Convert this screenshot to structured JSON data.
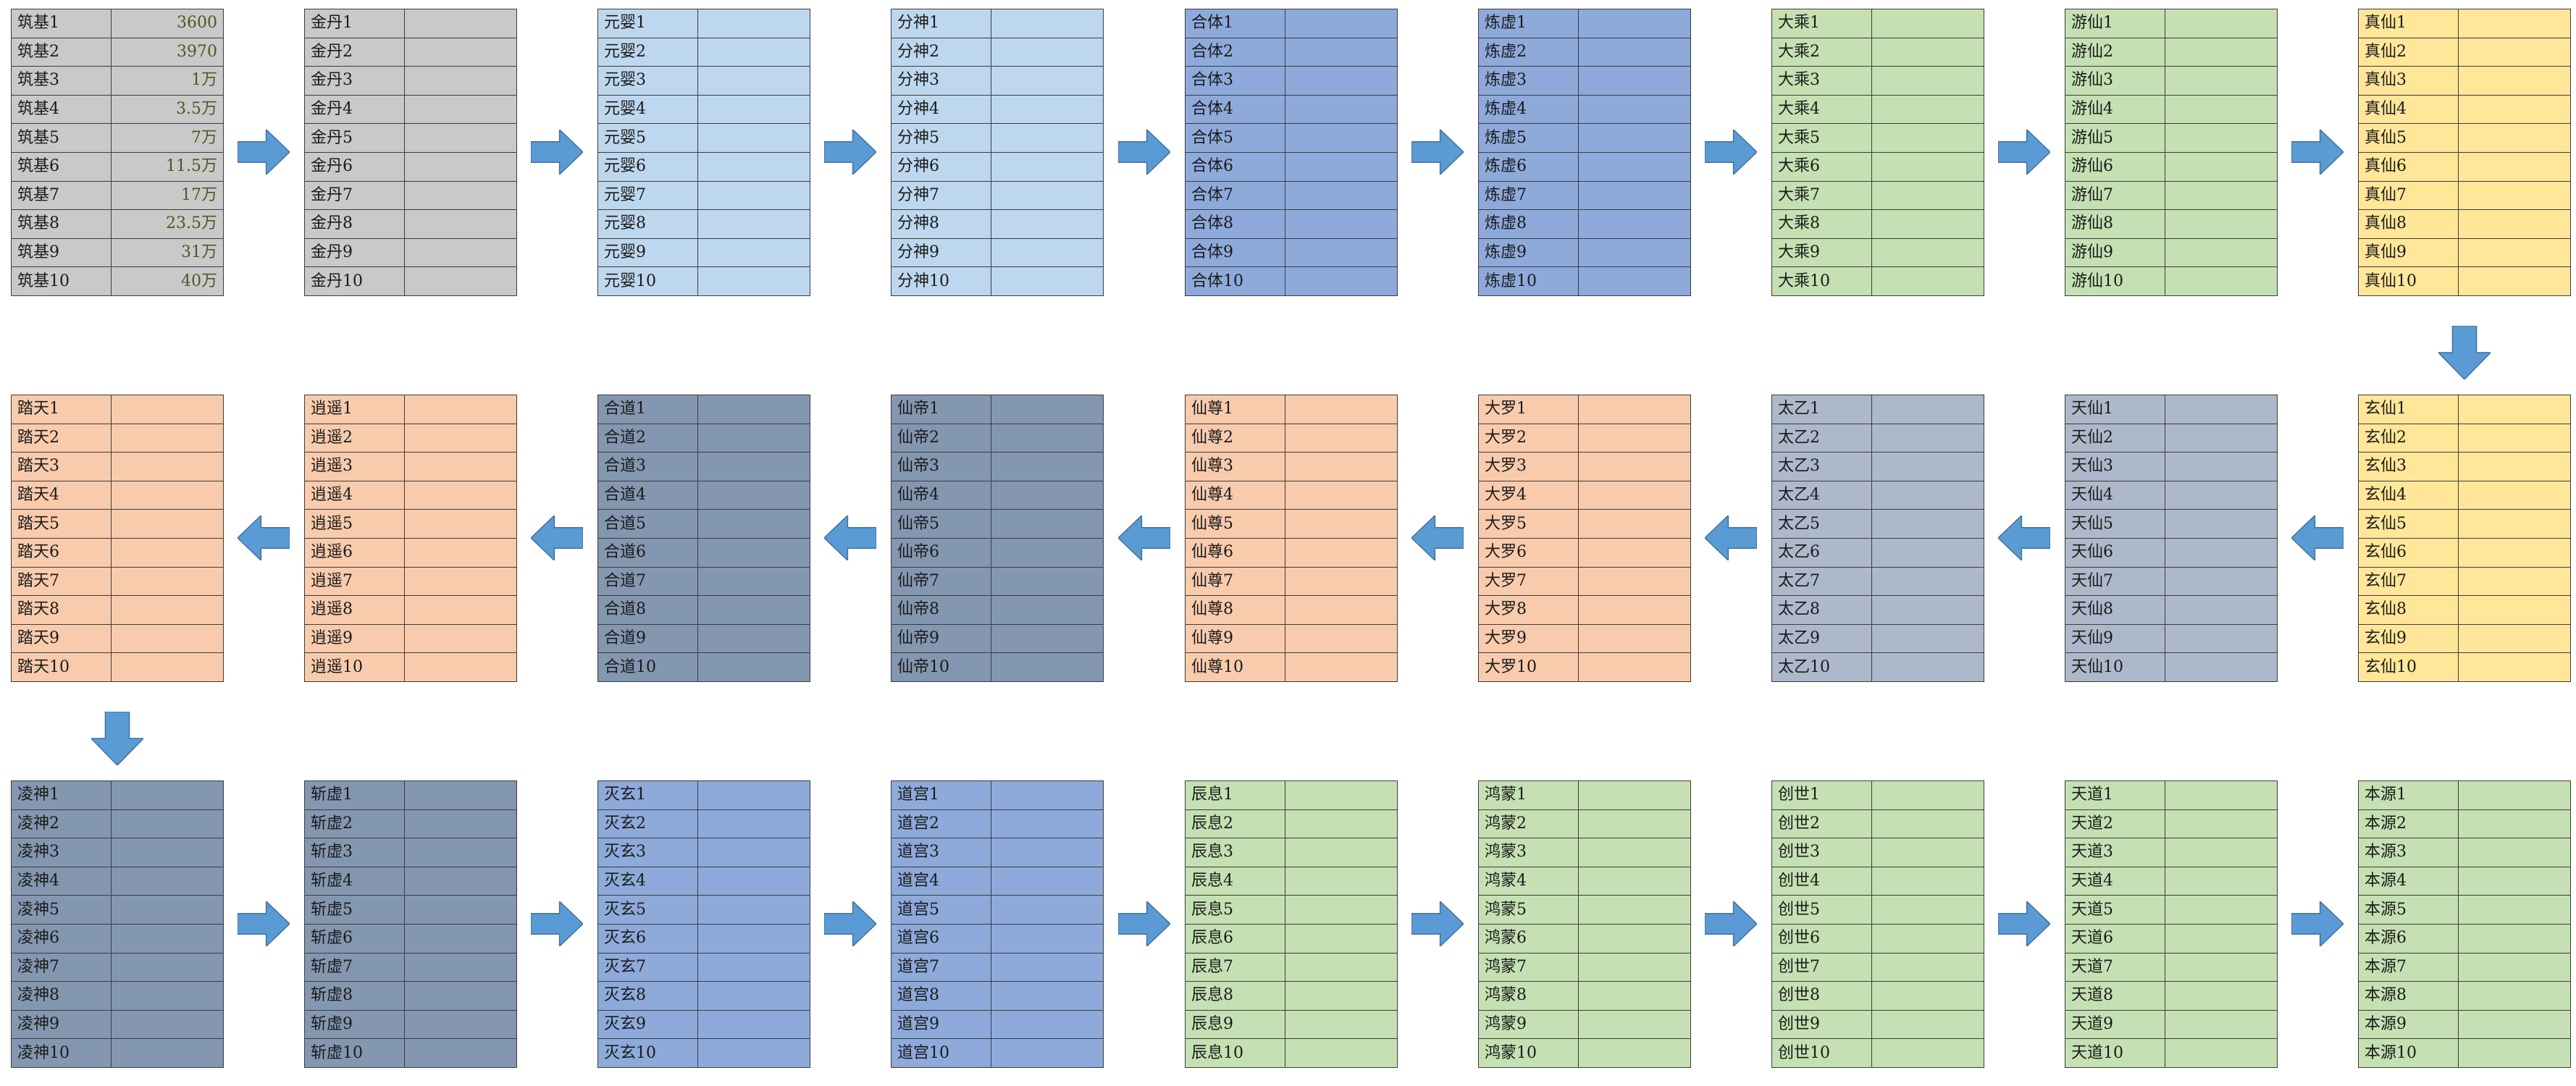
{
  "colors": {
    "grey": "#c9c9c9",
    "light_blue": "#bdd7ee",
    "mid_blue": "#8eaadb",
    "green": "#c5e0b3",
    "yellow": "#ffe699",
    "orange": "#f8cbad",
    "slate": "#adb9ca",
    "dark_slate": "#8497b0",
    "arrow": "#5b9bd5"
  },
  "tables": [
    {
      "color": "grey",
      "rows": [
        [
          "筑基1",
          "3600"
        ],
        [
          "筑基2",
          "3970"
        ],
        [
          "筑基3",
          "1万"
        ],
        [
          "筑基4",
          "3.5万"
        ],
        [
          "筑基5",
          "7万"
        ],
        [
          "筑基6",
          "11.5万"
        ],
        [
          "筑基7",
          "17万"
        ],
        [
          "筑基8",
          "23.5万"
        ],
        [
          "筑基9",
          "31万"
        ],
        [
          "筑基10",
          "40万"
        ]
      ]
    },
    {
      "color": "grey",
      "rows": [
        [
          "金丹1",
          ""
        ],
        [
          "金丹2",
          ""
        ],
        [
          "金丹3",
          ""
        ],
        [
          "金丹4",
          ""
        ],
        [
          "金丹5",
          ""
        ],
        [
          "金丹6",
          ""
        ],
        [
          "金丹7",
          ""
        ],
        [
          "金丹8",
          ""
        ],
        [
          "金丹9",
          ""
        ],
        [
          "金丹10",
          ""
        ]
      ]
    },
    {
      "color": "light_blue",
      "rows": [
        [
          "元婴1",
          ""
        ],
        [
          "元婴2",
          ""
        ],
        [
          "元婴3",
          ""
        ],
        [
          "元婴4",
          ""
        ],
        [
          "元婴5",
          ""
        ],
        [
          "元婴6",
          ""
        ],
        [
          "元婴7",
          ""
        ],
        [
          "元婴8",
          ""
        ],
        [
          "元婴9",
          ""
        ],
        [
          "元婴10",
          ""
        ]
      ]
    },
    {
      "color": "light_blue",
      "rows": [
        [
          "分神1",
          ""
        ],
        [
          "分神2",
          ""
        ],
        [
          "分神3",
          ""
        ],
        [
          "分神4",
          ""
        ],
        [
          "分神5",
          ""
        ],
        [
          "分神6",
          ""
        ],
        [
          "分神7",
          ""
        ],
        [
          "分神8",
          ""
        ],
        [
          "分神9",
          ""
        ],
        [
          "分神10",
          ""
        ]
      ]
    },
    {
      "color": "mid_blue",
      "rows": [
        [
          "合体1",
          ""
        ],
        [
          "合体2",
          ""
        ],
        [
          "合体3",
          ""
        ],
        [
          "合体4",
          ""
        ],
        [
          "合体5",
          ""
        ],
        [
          "合体6",
          ""
        ],
        [
          "合体7",
          ""
        ],
        [
          "合体8",
          ""
        ],
        [
          "合体9",
          ""
        ],
        [
          "合体10",
          ""
        ]
      ]
    },
    {
      "color": "mid_blue",
      "rows": [
        [
          "炼虚1",
          ""
        ],
        [
          "炼虚2",
          ""
        ],
        [
          "炼虚3",
          ""
        ],
        [
          "炼虚4",
          ""
        ],
        [
          "炼虚5",
          ""
        ],
        [
          "炼虚6",
          ""
        ],
        [
          "炼虚7",
          ""
        ],
        [
          "炼虚8",
          ""
        ],
        [
          "炼虚9",
          ""
        ],
        [
          "炼虚10",
          ""
        ]
      ]
    },
    {
      "color": "green",
      "rows": [
        [
          "大乘1",
          ""
        ],
        [
          "大乘2",
          ""
        ],
        [
          "大乘3",
          ""
        ],
        [
          "大乘4",
          ""
        ],
        [
          "大乘5",
          ""
        ],
        [
          "大乘6",
          ""
        ],
        [
          "大乘7",
          ""
        ],
        [
          "大乘8",
          ""
        ],
        [
          "大乘9",
          ""
        ],
        [
          "大乘10",
          ""
        ]
      ]
    },
    {
      "color": "green",
      "rows": [
        [
          "游仙1",
          ""
        ],
        [
          "游仙2",
          ""
        ],
        [
          "游仙3",
          ""
        ],
        [
          "游仙4",
          ""
        ],
        [
          "游仙5",
          ""
        ],
        [
          "游仙6",
          ""
        ],
        [
          "游仙7",
          ""
        ],
        [
          "游仙8",
          ""
        ],
        [
          "游仙9",
          ""
        ],
        [
          "游仙10",
          ""
        ]
      ]
    },
    {
      "color": "yellow",
      "rows": [
        [
          "真仙1",
          ""
        ],
        [
          "真仙2",
          ""
        ],
        [
          "真仙3",
          ""
        ],
        [
          "真仙4",
          ""
        ],
        [
          "真仙5",
          ""
        ],
        [
          "真仙6",
          ""
        ],
        [
          "真仙7",
          ""
        ],
        [
          "真仙8",
          ""
        ],
        [
          "真仙9",
          ""
        ],
        [
          "真仙10",
          ""
        ]
      ]
    },
    {
      "color": "orange",
      "rows": [
        [
          "踏天1",
          ""
        ],
        [
          "踏天2",
          ""
        ],
        [
          "踏天3",
          ""
        ],
        [
          "踏天4",
          ""
        ],
        [
          "踏天5",
          ""
        ],
        [
          "踏天6",
          ""
        ],
        [
          "踏天7",
          ""
        ],
        [
          "踏天8",
          ""
        ],
        [
          "踏天9",
          ""
        ],
        [
          "踏天10",
          ""
        ]
      ]
    },
    {
      "color": "orange",
      "rows": [
        [
          "逍遥1",
          ""
        ],
        [
          "逍遥2",
          ""
        ],
        [
          "逍遥3",
          ""
        ],
        [
          "逍遥4",
          ""
        ],
        [
          "逍遥5",
          ""
        ],
        [
          "逍遥6",
          ""
        ],
        [
          "逍遥7",
          ""
        ],
        [
          "逍遥8",
          ""
        ],
        [
          "逍遥9",
          ""
        ],
        [
          "逍遥10",
          ""
        ]
      ]
    },
    {
      "color": "dark_slate",
      "rows": [
        [
          "合道1",
          ""
        ],
        [
          "合道2",
          ""
        ],
        [
          "合道3",
          ""
        ],
        [
          "合道4",
          ""
        ],
        [
          "合道5",
          ""
        ],
        [
          "合道6",
          ""
        ],
        [
          "合道7",
          ""
        ],
        [
          "合道8",
          ""
        ],
        [
          "合道9",
          ""
        ],
        [
          "合道10",
          ""
        ]
      ]
    },
    {
      "color": "dark_slate",
      "rows": [
        [
          "仙帝1",
          ""
        ],
        [
          "仙帝2",
          ""
        ],
        [
          "仙帝3",
          ""
        ],
        [
          "仙帝4",
          ""
        ],
        [
          "仙帝5",
          ""
        ],
        [
          "仙帝6",
          ""
        ],
        [
          "仙帝7",
          ""
        ],
        [
          "仙帝8",
          ""
        ],
        [
          "仙帝9",
          ""
        ],
        [
          "仙帝10",
          ""
        ]
      ]
    },
    {
      "color": "orange",
      "rows": [
        [
          "仙尊1",
          ""
        ],
        [
          "仙尊2",
          ""
        ],
        [
          "仙尊3",
          ""
        ],
        [
          "仙尊4",
          ""
        ],
        [
          "仙尊5",
          ""
        ],
        [
          "仙尊6",
          ""
        ],
        [
          "仙尊7",
          ""
        ],
        [
          "仙尊8",
          ""
        ],
        [
          "仙尊9",
          ""
        ],
        [
          "仙尊10",
          ""
        ]
      ]
    },
    {
      "color": "orange",
      "rows": [
        [
          "大罗1",
          ""
        ],
        [
          "大罗2",
          ""
        ],
        [
          "大罗3",
          ""
        ],
        [
          "大罗4",
          ""
        ],
        [
          "大罗5",
          ""
        ],
        [
          "大罗6",
          ""
        ],
        [
          "大罗7",
          ""
        ],
        [
          "大罗8",
          ""
        ],
        [
          "大罗9",
          ""
        ],
        [
          "大罗10",
          ""
        ]
      ]
    },
    {
      "color": "slate",
      "rows": [
        [
          "太乙1",
          ""
        ],
        [
          "太乙2",
          ""
        ],
        [
          "太乙3",
          ""
        ],
        [
          "太乙4",
          ""
        ],
        [
          "太乙5",
          ""
        ],
        [
          "太乙6",
          ""
        ],
        [
          "太乙7",
          ""
        ],
        [
          "太乙8",
          ""
        ],
        [
          "太乙9",
          ""
        ],
        [
          "太乙10",
          ""
        ]
      ]
    },
    {
      "color": "slate",
      "rows": [
        [
          "天仙1",
          ""
        ],
        [
          "天仙2",
          ""
        ],
        [
          "天仙3",
          ""
        ],
        [
          "天仙4",
          ""
        ],
        [
          "天仙5",
          ""
        ],
        [
          "天仙6",
          ""
        ],
        [
          "天仙7",
          ""
        ],
        [
          "天仙8",
          ""
        ],
        [
          "天仙9",
          ""
        ],
        [
          "天仙10",
          ""
        ]
      ]
    },
    {
      "color": "yellow",
      "rows": [
        [
          "玄仙1",
          ""
        ],
        [
          "玄仙2",
          ""
        ],
        [
          "玄仙3",
          ""
        ],
        [
          "玄仙4",
          ""
        ],
        [
          "玄仙5",
          ""
        ],
        [
          "玄仙6",
          ""
        ],
        [
          "玄仙7",
          ""
        ],
        [
          "玄仙8",
          ""
        ],
        [
          "玄仙9",
          ""
        ],
        [
          "玄仙10",
          ""
        ]
      ]
    },
    {
      "color": "dark_slate",
      "rows": [
        [
          "凌神1",
          ""
        ],
        [
          "凌神2",
          ""
        ],
        [
          "凌神3",
          ""
        ],
        [
          "凌神4",
          ""
        ],
        [
          "凌神5",
          ""
        ],
        [
          "凌神6",
          ""
        ],
        [
          "凌神7",
          ""
        ],
        [
          "凌神8",
          ""
        ],
        [
          "凌神9",
          ""
        ],
        [
          "凌神10",
          ""
        ]
      ]
    },
    {
      "color": "dark_slate",
      "rows": [
        [
          "斩虚1",
          ""
        ],
        [
          "斩虚2",
          ""
        ],
        [
          "斩虚3",
          ""
        ],
        [
          "斩虚4",
          ""
        ],
        [
          "斩虚5",
          ""
        ],
        [
          "斩虚6",
          ""
        ],
        [
          "斩虚7",
          ""
        ],
        [
          "斩虚8",
          ""
        ],
        [
          "斩虚9",
          ""
        ],
        [
          "斩虚10",
          ""
        ]
      ]
    },
    {
      "color": "mid_blue",
      "rows": [
        [
          "灭玄1",
          ""
        ],
        [
          "灭玄2",
          ""
        ],
        [
          "灭玄3",
          ""
        ],
        [
          "灭玄4",
          ""
        ],
        [
          "灭玄5",
          ""
        ],
        [
          "灭玄6",
          ""
        ],
        [
          "灭玄7",
          ""
        ],
        [
          "灭玄8",
          ""
        ],
        [
          "灭玄9",
          ""
        ],
        [
          "灭玄10",
          ""
        ]
      ]
    },
    {
      "color": "mid_blue",
      "rows": [
        [
          "道宫1",
          ""
        ],
        [
          "道宫2",
          ""
        ],
        [
          "道宫3",
          ""
        ],
        [
          "道宫4",
          ""
        ],
        [
          "道宫5",
          ""
        ],
        [
          "道宫6",
          ""
        ],
        [
          "道宫7",
          ""
        ],
        [
          "道宫8",
          ""
        ],
        [
          "道宫9",
          ""
        ],
        [
          "道宫10",
          ""
        ]
      ]
    },
    {
      "color": "green",
      "rows": [
        [
          "辰息1",
          ""
        ],
        [
          "辰息2",
          ""
        ],
        [
          "辰息3",
          ""
        ],
        [
          "辰息4",
          ""
        ],
        [
          "辰息5",
          ""
        ],
        [
          "辰息6",
          ""
        ],
        [
          "辰息7",
          ""
        ],
        [
          "辰息8",
          ""
        ],
        [
          "辰息9",
          ""
        ],
        [
          "辰息10",
          ""
        ]
      ]
    },
    {
      "color": "green",
      "rows": [
        [
          "鸿蒙1",
          ""
        ],
        [
          "鸿蒙2",
          ""
        ],
        [
          "鸿蒙3",
          ""
        ],
        [
          "鸿蒙4",
          ""
        ],
        [
          "鸿蒙5",
          ""
        ],
        [
          "鸿蒙6",
          ""
        ],
        [
          "鸿蒙7",
          ""
        ],
        [
          "鸿蒙8",
          ""
        ],
        [
          "鸿蒙9",
          ""
        ],
        [
          "鸿蒙10",
          ""
        ]
      ]
    },
    {
      "color": "green",
      "rows": [
        [
          "创世1",
          ""
        ],
        [
          "创世2",
          ""
        ],
        [
          "创世3",
          ""
        ],
        [
          "创世4",
          ""
        ],
        [
          "创世5",
          ""
        ],
        [
          "创世6",
          ""
        ],
        [
          "创世7",
          ""
        ],
        [
          "创世8",
          ""
        ],
        [
          "创世9",
          ""
        ],
        [
          "创世10",
          ""
        ]
      ]
    },
    {
      "color": "green",
      "rows": [
        [
          "天道1",
          ""
        ],
        [
          "天道2",
          ""
        ],
        [
          "天道3",
          ""
        ],
        [
          "天道4",
          ""
        ],
        [
          "天道5",
          ""
        ],
        [
          "天道6",
          ""
        ],
        [
          "天道7",
          ""
        ],
        [
          "天道8",
          ""
        ],
        [
          "天道9",
          ""
        ],
        [
          "天道10",
          ""
        ]
      ]
    },
    {
      "color": "green",
      "rows": [
        [
          "本源1",
          ""
        ],
        [
          "本源2",
          ""
        ],
        [
          "本源3",
          ""
        ],
        [
          "本源4",
          ""
        ],
        [
          "本源5",
          ""
        ],
        [
          "本源6",
          ""
        ],
        [
          "本源7",
          ""
        ],
        [
          "本源8",
          ""
        ],
        [
          "本源9",
          ""
        ],
        [
          "本源10",
          ""
        ]
      ]
    }
  ],
  "arrows": [
    {
      "dir": "right"
    },
    {
      "dir": "right"
    },
    {
      "dir": "right"
    },
    {
      "dir": "right"
    },
    {
      "dir": "right"
    },
    {
      "dir": "right"
    },
    {
      "dir": "right"
    },
    {
      "dir": "right"
    },
    {
      "dir": "down"
    },
    {
      "dir": "left"
    },
    {
      "dir": "left"
    },
    {
      "dir": "left"
    },
    {
      "dir": "left"
    },
    {
      "dir": "left"
    },
    {
      "dir": "left"
    },
    {
      "dir": "left"
    },
    {
      "dir": "left"
    },
    {
      "dir": "down"
    },
    {
      "dir": "right"
    },
    {
      "dir": "right"
    },
    {
      "dir": "right"
    },
    {
      "dir": "right"
    },
    {
      "dir": "right"
    },
    {
      "dir": "right"
    },
    {
      "dir": "right"
    },
    {
      "dir": "right"
    }
  ]
}
